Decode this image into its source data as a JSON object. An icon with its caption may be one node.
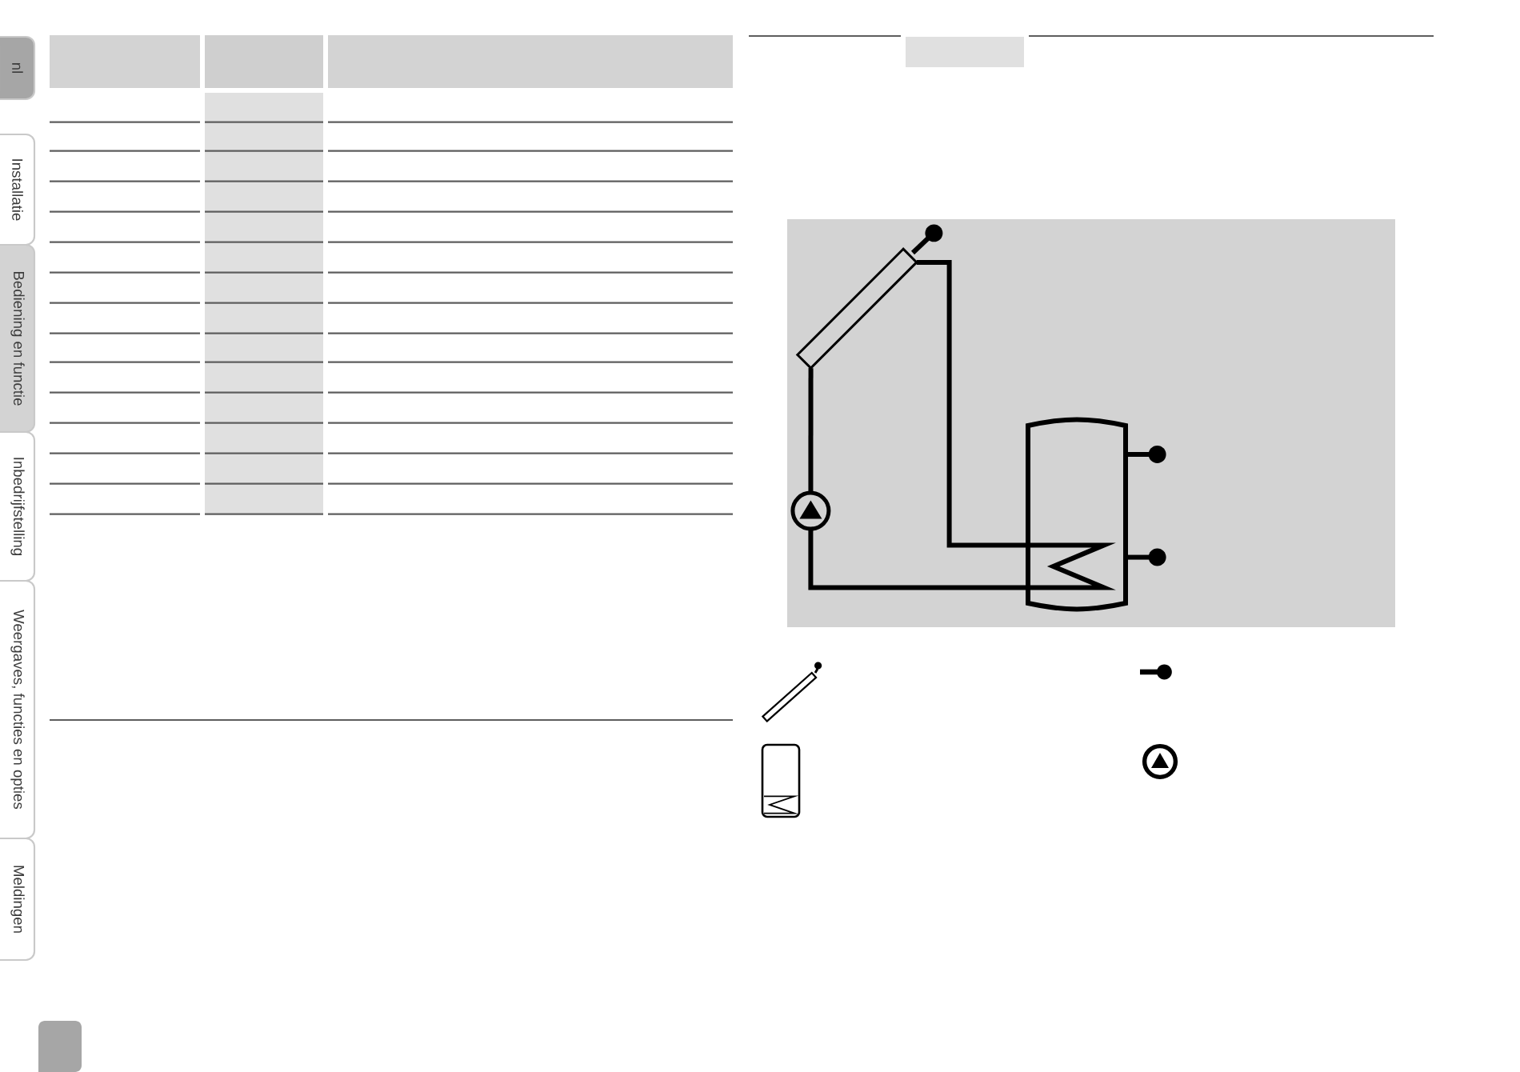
{
  "diagram": {
    "nodes": [
      {
        "text": [
          "nl"
        ]
      },
      {
        "text": [
          "Installatie"
        ]
      },
      {
        "text": [
          "Bediening en functie"
        ]
      },
      {
        "text": [
          "Inbedrijfstelling"
        ]
      },
      {
        "text": [
          "Weergaves, functies en opties"
        ]
      },
      {
        "text": [
          "Meldingen"
        ]
      },
      {
        "text": [],
        "shape": "box"
      },
      {
        "text": [],
        "shape": "circle"
      },
      {
        "text": [],
        "shape": "cylinder"
      }
    ],
    "edges": [
      {
        "from": 6,
        "to": 8,
        "arrow": "none"
      },
      {
        "from": 8,
        "to": 7,
        "arrow": "none"
      },
      {
        "from": 7,
        "to": 6,
        "arrow": "none"
      }
    ]
  }
}
